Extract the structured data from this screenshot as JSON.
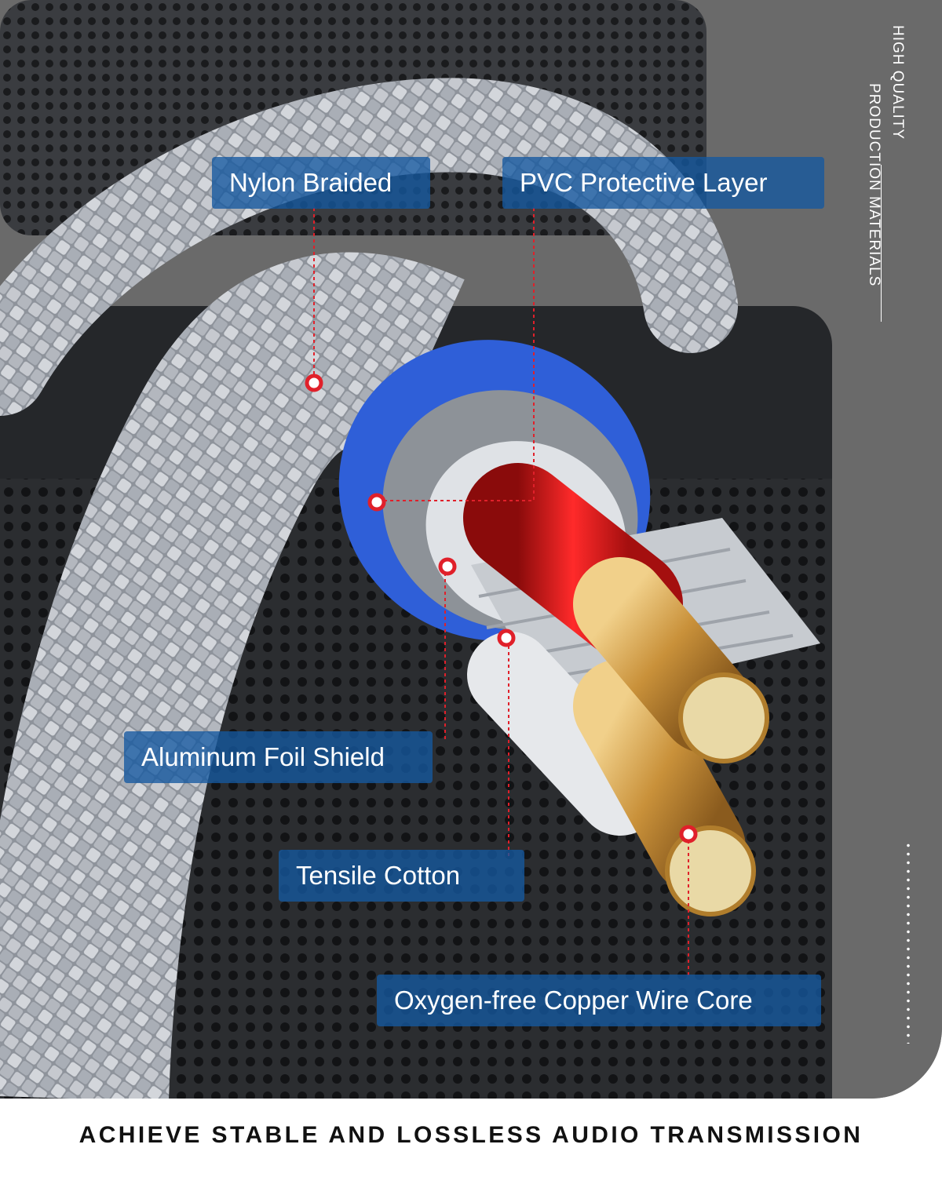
{
  "labels": {
    "nylon": "Nylon Braided",
    "pvc": "PVC Protective Layer",
    "foil": "Aluminum Foil Shield",
    "cotton": "Tensile Cotton",
    "copper": "Oxygen-free Copper Wire Core"
  },
  "side": {
    "line1": "HIGH QUALITY",
    "line2": "PRODUCTION MATERIALS"
  },
  "footer": "ACHIEVE STABLE AND LOSSLESS AUDIO TRANSMISSION",
  "colors": {
    "label_bg": "#1458a0",
    "marker": "#e0202a",
    "braid": "#b9bcc2",
    "pvc_ring": "#2f5fd8",
    "wire_red": "#e01a1a",
    "copper": "#d8a94a"
  }
}
